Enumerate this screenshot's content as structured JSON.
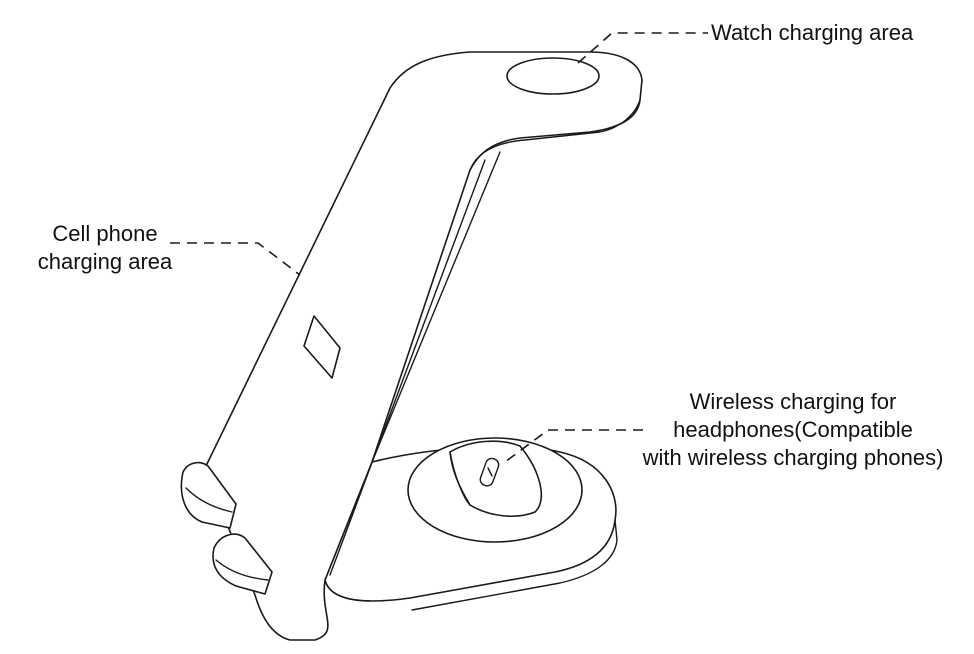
{
  "callouts": {
    "watch": {
      "lines": [
        "Watch charging area"
      ]
    },
    "phone": {
      "lines": [
        "Cell phone",
        "charging area"
      ]
    },
    "headphones": {
      "lines": [
        "Wireless charging for",
        "headphones(Compatible",
        "with wireless charging phones)"
      ]
    }
  },
  "colors": {
    "stroke": "#1a1a1a",
    "background": "#ffffff",
    "text": "#111111"
  }
}
